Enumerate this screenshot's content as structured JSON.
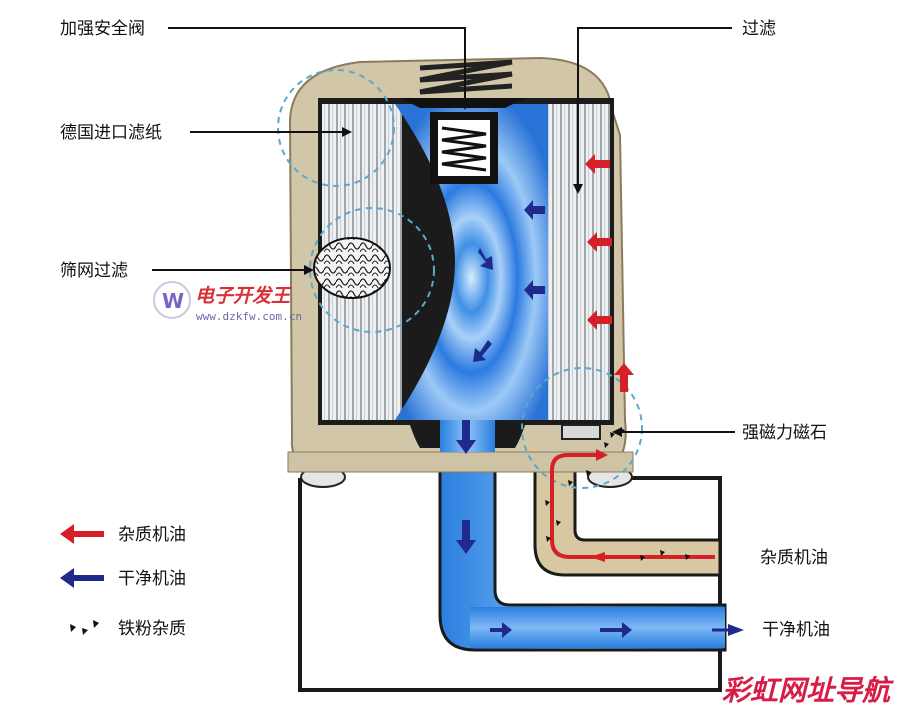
{
  "labels": {
    "relief_valve": "加强安全阀",
    "filter_paper": "德国进口滤纸",
    "mesh_filter": "筛网过滤",
    "filtering": "过滤",
    "magnet": "强磁力磁石",
    "dirty_oil_in": "杂质机油",
    "clean_oil_out": "干净机油"
  },
  "legend": {
    "dirty_oil": "杂质机油",
    "clean_oil": "干净机油",
    "iron_particles": "铁粉杂质"
  },
  "watermarks": {
    "site_cn": "电子开发王",
    "site_url": "www.dzkfw.com.cn",
    "corner": "彩虹网址导航"
  },
  "colors": {
    "dirty": "#d42026",
    "clean": "#1f2a8c",
    "oil_blue": "#2f7fe0",
    "housing": "#cfc3a6"
  }
}
